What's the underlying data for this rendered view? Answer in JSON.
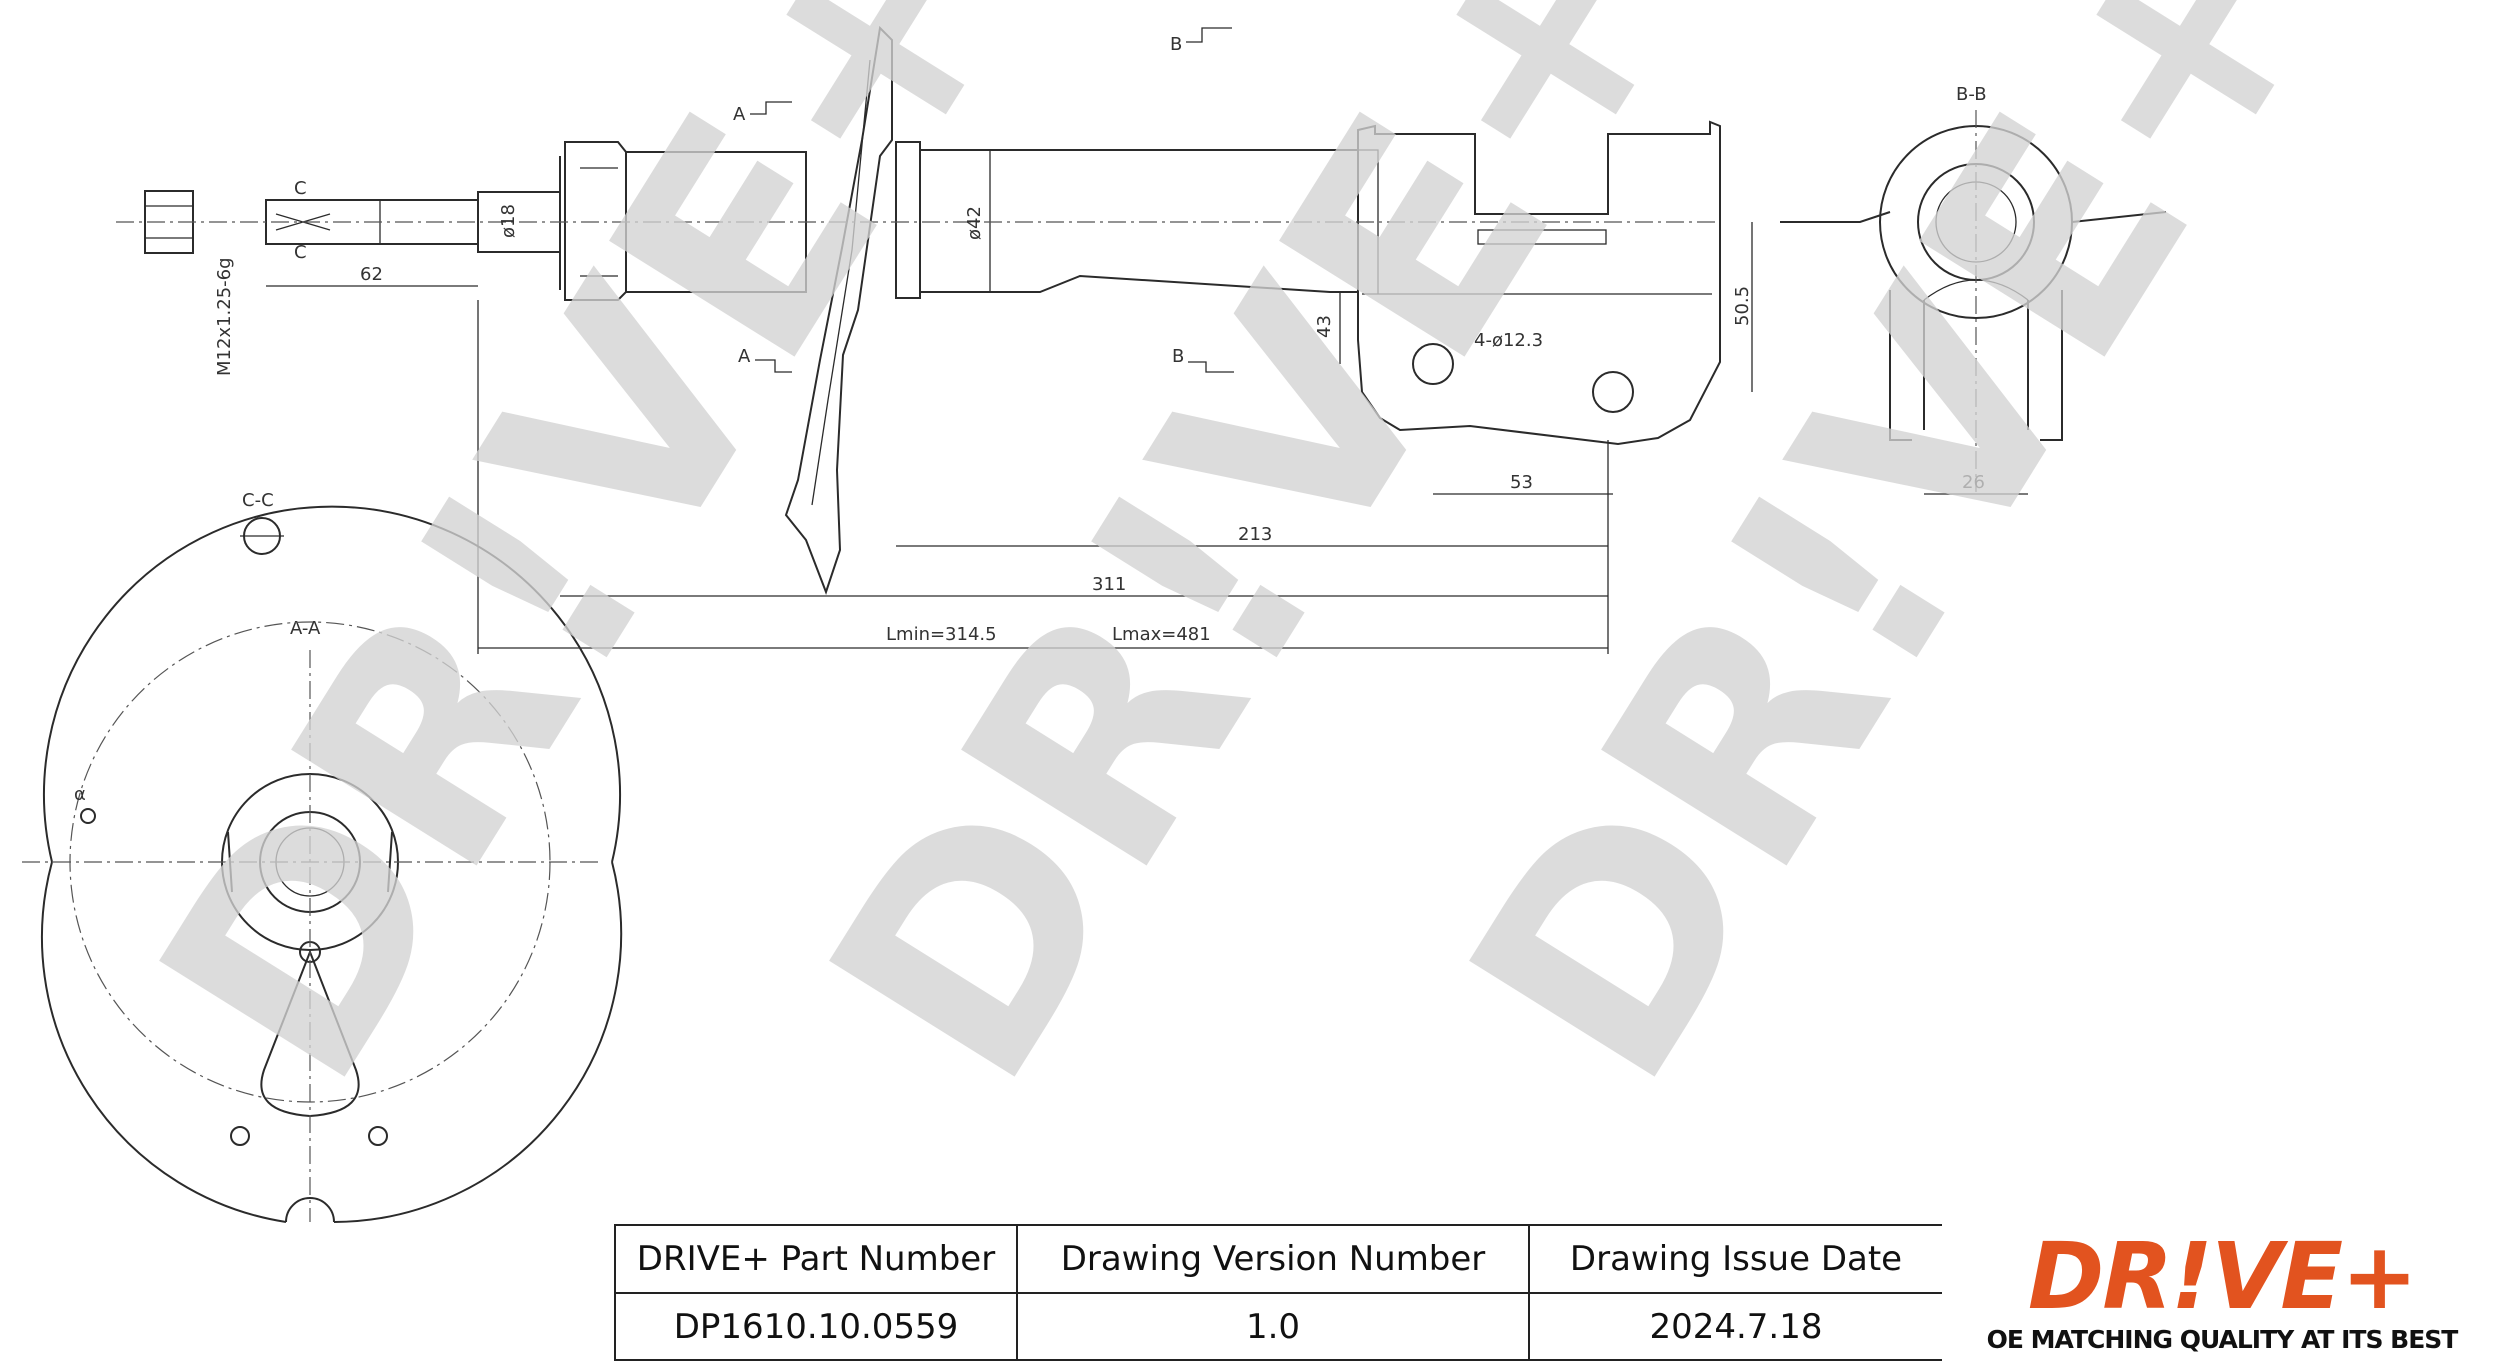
{
  "section_labels": {
    "a_top": "A",
    "a_bottom": "A",
    "b_top": "B",
    "b_bottom": "B",
    "bb": "B-B",
    "cc": "C-C",
    "aa": "A-A",
    "c_top": "C",
    "c_bottom": "C",
    "alpha": "α"
  },
  "dimensions": {
    "thread": "M12x1.25-6g",
    "d18": "ø18",
    "d42": "ø42",
    "d62": "62",
    "d43": "43",
    "holes": "4-ø12.3",
    "d50_5": "50.5",
    "d53": "53",
    "d213": "213",
    "d311": "311",
    "lmin": "Lmin=314.5",
    "lmax": "Lmax=481",
    "d26": "26"
  },
  "watermark": {
    "text": "DR!VE+"
  },
  "title_block": {
    "part_number_header": "DRIVE+ Part Number",
    "version_header": "Drawing Version Number",
    "issue_date_header": "Drawing Issue Date",
    "part_number": "DP1610.10.0559",
    "version": "1.0",
    "issue_date": "2024.7.18"
  },
  "logo": {
    "brand": "DR!VE+",
    "tagline": "OE MATCHING QUALITY AT ITS BEST",
    "color": "#e2531f"
  }
}
